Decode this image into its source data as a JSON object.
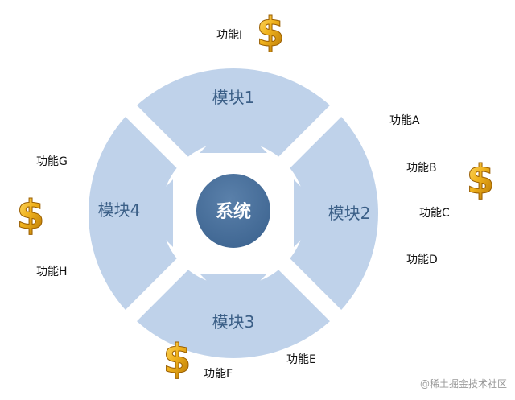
{
  "center": {
    "label": "系统"
  },
  "modules": [
    {
      "id": "m1",
      "label": "模块1"
    },
    {
      "id": "m2",
      "label": "模块2"
    },
    {
      "id": "m3",
      "label": "模块3"
    },
    {
      "id": "m4",
      "label": "模块4"
    }
  ],
  "functions": {
    "A": "功能A",
    "B": "功能B",
    "C": "功能C",
    "D": "功能D",
    "E": "功能E",
    "F": "功能F",
    "G": "功能G",
    "H": "功能H",
    "I": "功能I"
  },
  "dollar_symbol": "$",
  "watermark": "@稀土掘金技术社区",
  "colors": {
    "ring": "#bfd2ea",
    "inner": "#ffffff",
    "center": "#4a6e96",
    "module_text": "#3b5f87",
    "gold": "#e3a417"
  }
}
